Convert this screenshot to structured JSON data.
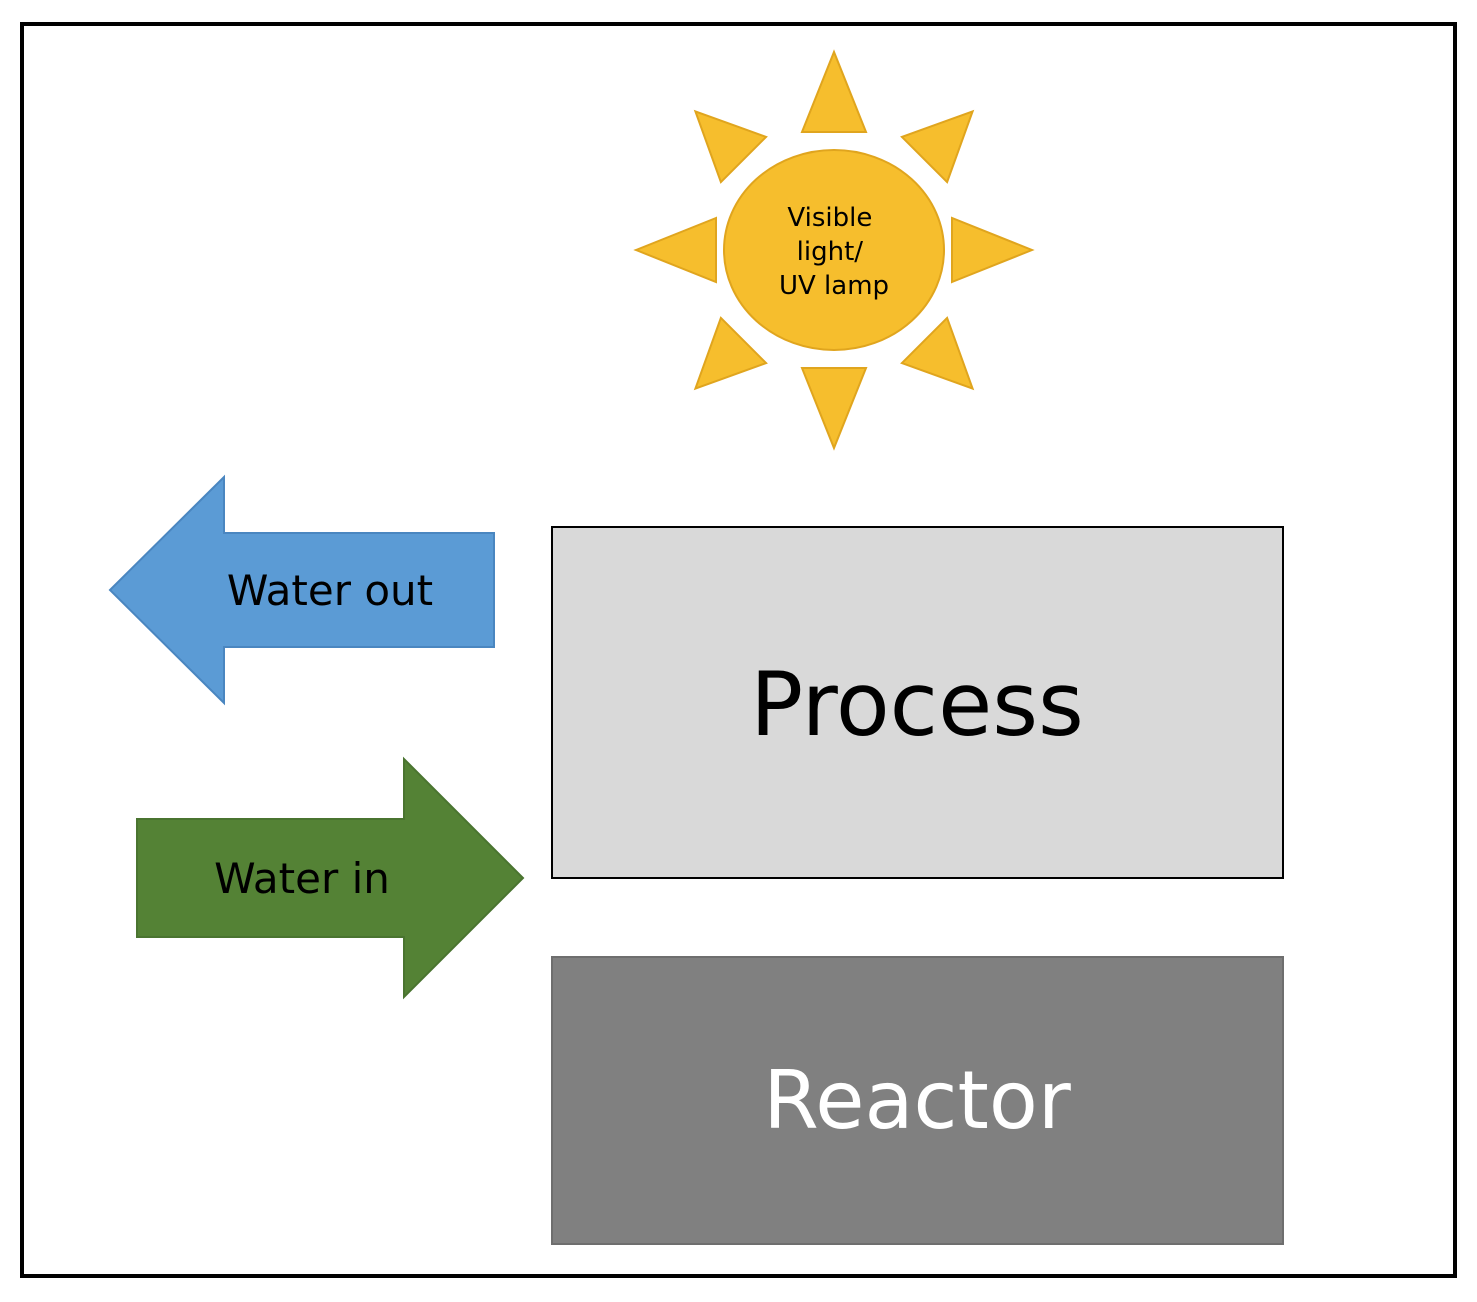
{
  "light_source": {
    "label_lines": [
      "Visible",
      "light/",
      "UV lamp"
    ],
    "color": "#F6BE2D",
    "stroke": "#E0A51E"
  },
  "water_out": {
    "label": "Water out",
    "color": "#5B9BD5",
    "stroke": "#4A86C0"
  },
  "water_in": {
    "label": "Water in",
    "color": "#548235",
    "stroke": "#4A7430"
  },
  "process_box": {
    "label": "Process",
    "fill": "#D9D9D9",
    "stroke": "#000000",
    "text_color": "#000000"
  },
  "reactor_box": {
    "label": "Reactor",
    "fill": "#808080",
    "stroke": "#6E6E6E",
    "text_color": "#FFFFFF"
  }
}
